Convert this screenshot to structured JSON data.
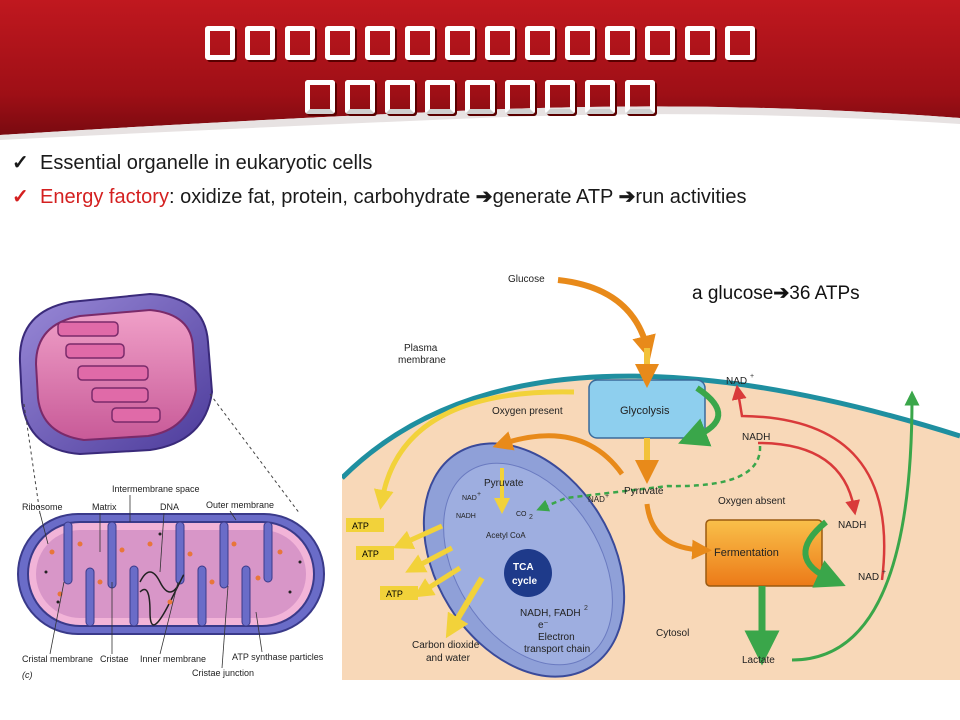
{
  "title": {
    "line1_glyph_count": 14,
    "line2_glyph_count": 9
  },
  "bullets": [
    {
      "text": "Essential organelle in eukaryotic cells"
    },
    {
      "highlight": "Energy factory",
      "rest": ": oxidize fat, protein, carbohydrate ",
      "step2": "generate ATP ",
      "step3": "run activities"
    }
  ],
  "left_diagram": {
    "labels": {
      "intermembrane_space": "Intermembrane space",
      "ribosome": "Ribosome",
      "matrix": "Matrix",
      "dna": "DNA",
      "outer_membrane": "Outer membrane",
      "cristal_membrane": "Cristal membrane",
      "cristae": "Cristae",
      "inner_membrane": "Inner membrane",
      "atp_synthase": "ATP synthase particles",
      "cristae_junction": "Cristae junction",
      "panel": "(c)"
    }
  },
  "right_diagram": {
    "caption_pre": "a glucose",
    "caption_post": "36 ATPs",
    "labels": {
      "glucose": "Glucose",
      "plasma_membrane_1": "Plasma",
      "plasma_membrane_2": "membrane",
      "oxygen_present": "Oxygen present",
      "glycolysis": "Glycolysis",
      "nad_top": "NAD",
      "nadh_top": "NADH",
      "pyruvate_in": "Pyruvate",
      "pyruvate_out": "Pyruvate",
      "nad_small_1": "NAD",
      "nadh_small": "NADH",
      "co2": "CO",
      "acetyl_coa": "Acetyl CoA",
      "nad_small_2": "NAD",
      "oxygen_absent": "Oxygen absent",
      "nadh_right": "NADH",
      "fermentation": "Fermentation",
      "nad_right": "NAD",
      "tca_1": "TCA",
      "tca_2": "cycle",
      "nadh_fadh": "NADH, FADH",
      "electron": "e",
      "etc_1": "Electron",
      "etc_2": "transport chain",
      "atp_1": "ATP",
      "atp_2": "ATP",
      "atp_3": "ATP",
      "co2_water_1": "Carbon dioxide",
      "co2_water_2": "and water",
      "cytosol": "Cytosol",
      "lactate": "Lactate"
    }
  },
  "colors": {
    "header_red": "#a5141c",
    "cytosol": "#f8d8b8",
    "membrane": "#1f8fa0",
    "mito": "#8fa0d8",
    "glycolysis_box": "#8ecfee",
    "fermentation_box": "#f39a2a",
    "green_arrow": "#3aa64a",
    "red_arrow": "#d93a3a"
  }
}
